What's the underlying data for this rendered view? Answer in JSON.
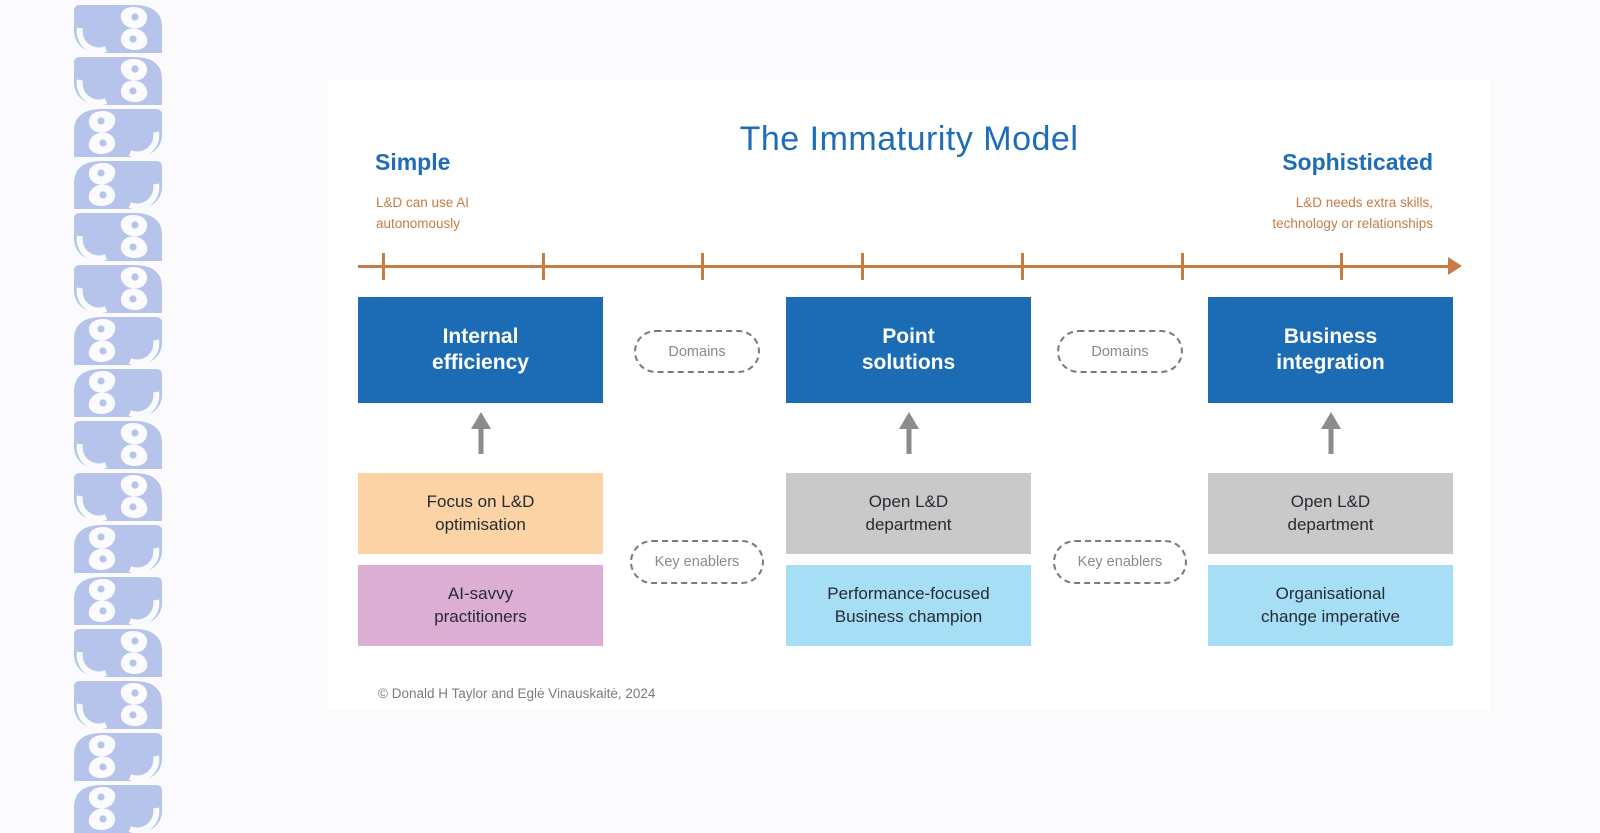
{
  "colors": {
    "page_bg": "#fbfbfd",
    "accent_blue": "#1e6db6",
    "box_blue": "#1c6cb5",
    "orange": "#c67c44",
    "peach": "#fbd3a4",
    "pink": "#dcaed4",
    "cyan": "#a5def5",
    "gray_box": "#c9c9c9",
    "dark_text": "#262b33",
    "pill_border": "#7a7a7a",
    "pill_text": "#8a8a8a",
    "arrow_gray": "#8c8c8c",
    "pattern": "#b6c3ea",
    "copyright": "#7b7b7b"
  },
  "pattern": {
    "tile_count": 16
  },
  "slide": {
    "title": "The Immaturity Model",
    "left_heading": "Simple",
    "left_subtext": "L&D can use AI\nautonomously",
    "right_heading": "Sophisticated",
    "right_subtext": "L&D needs extra skills,\ntechnology or relationships",
    "axis_tick_count": 7,
    "stages": [
      {
        "label": "Internal\nefficiency"
      },
      {
        "label": "Point\nsolutions"
      },
      {
        "label": "Business\nintegration"
      }
    ],
    "domain_pills": [
      {
        "label": "Domains"
      },
      {
        "label": "Domains"
      }
    ],
    "enabler_pills": [
      {
        "label": "Key enablers"
      },
      {
        "label": "Key enablers"
      }
    ],
    "enablers_top": [
      {
        "label": "Focus on L&D\noptimisation"
      },
      {
        "label": "Open L&D\ndepartment"
      },
      {
        "label": "Open L&D\ndepartment"
      }
    ],
    "enablers_bottom": [
      {
        "label": "AI-savvy\npractitioners"
      },
      {
        "label": "Performance-focused\nBusiness champion"
      },
      {
        "label": "Organisational\nchange imperative"
      }
    ],
    "copyright": "© Donald H Taylor and Eglė  Vinauskaitė, 2024"
  }
}
